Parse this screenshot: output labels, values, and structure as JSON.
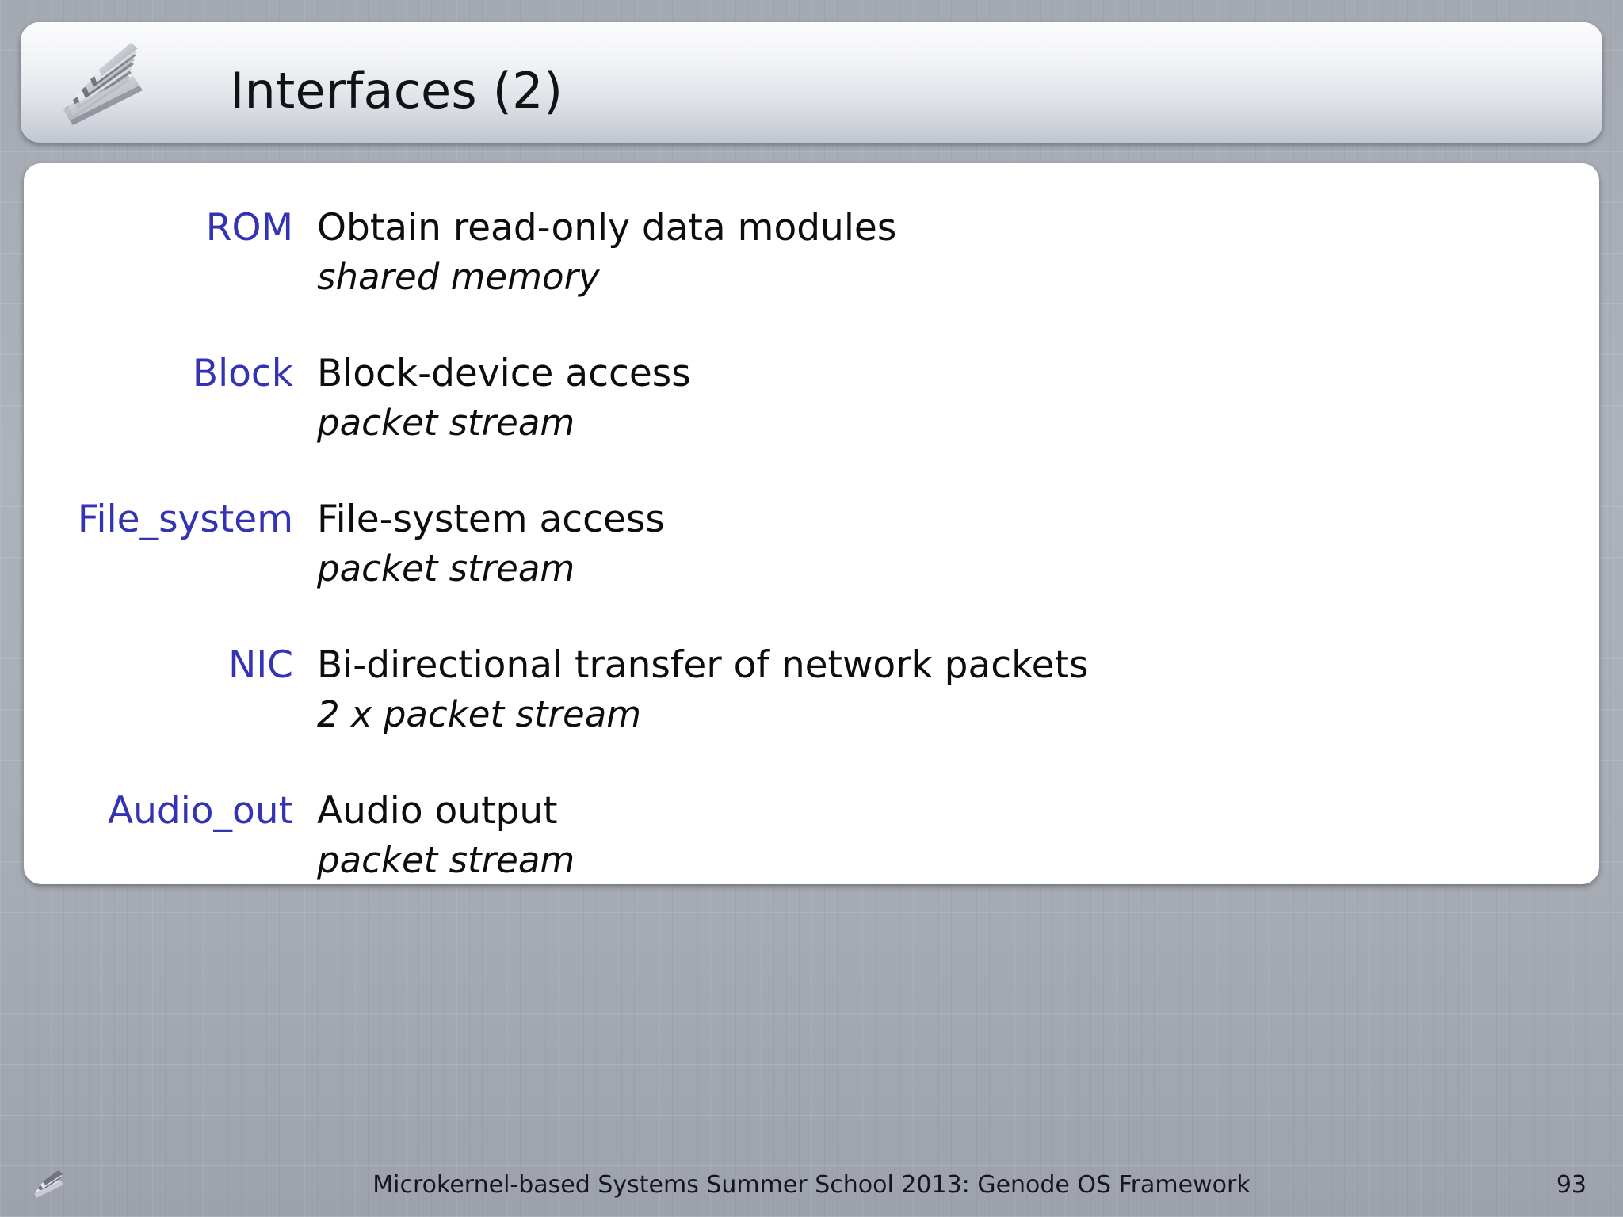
{
  "header": {
    "title": "Interfaces (2)",
    "logo_icon": "fanned-pages-logo"
  },
  "colors": {
    "label_blue": "#3333b3",
    "text_black": "#0d0d0f",
    "background_gray": "#a8acb5",
    "panel_white": "#ffffff"
  },
  "content": {
    "entries": [
      {
        "label": "ROM",
        "description": "Obtain read-only data modules",
        "sub": "shared memory"
      },
      {
        "label": "Block",
        "description": "Block-device access",
        "sub": "packet stream"
      },
      {
        "label": "File_system",
        "description": "File-system access",
        "sub": "packet stream"
      },
      {
        "label": "NIC",
        "description": "Bi-directional transfer of network packets",
        "sub": "2 x packet stream"
      },
      {
        "label": "Audio_out",
        "description": "Audio output",
        "sub": "packet stream"
      }
    ]
  },
  "footer": {
    "text": "Microkernel-based Systems  Summer School 2013:   Genode OS Framework",
    "page_number": "93",
    "logo_icon": "fanned-pages-logo-small"
  }
}
